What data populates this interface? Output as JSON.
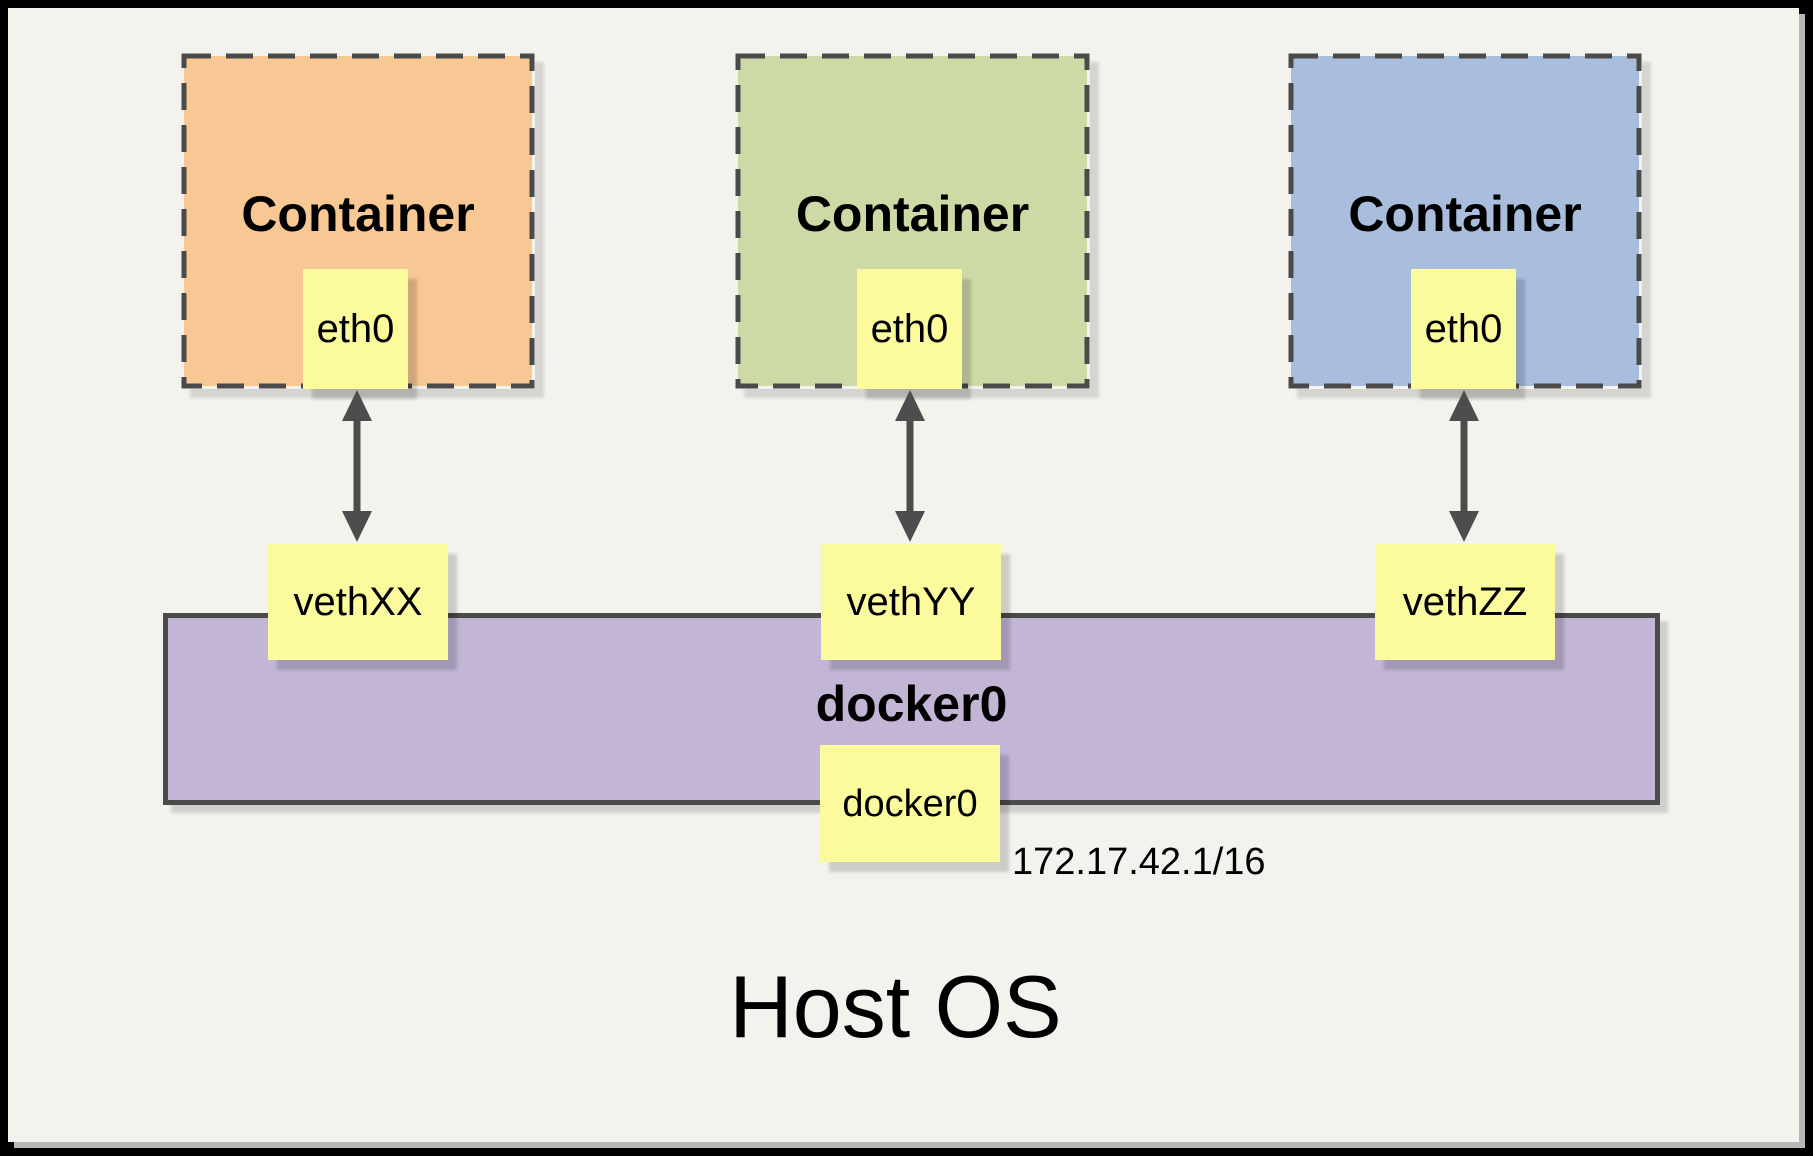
{
  "containers": [
    {
      "label": "Container",
      "eth": "eth0",
      "veth": "vethXX",
      "fill": "#F7C794"
    },
    {
      "label": "Container",
      "eth": "eth0",
      "veth": "vethYY",
      "fill": "#CDDAA6"
    },
    {
      "label": "Container",
      "eth": "eth0",
      "veth": "vethZZ",
      "fill": "#A9BEDD"
    }
  ],
  "bridge": {
    "label": "docker0",
    "interface": "docker0",
    "ip": "172.17.42.1/16",
    "fill": "#C2B5D6"
  },
  "host": {
    "label": "Host OS"
  },
  "colors": {
    "node_fill": "#FBFA9D",
    "line": "#4A4A4A",
    "background": "#F4F2ED",
    "frame": "#000000"
  }
}
